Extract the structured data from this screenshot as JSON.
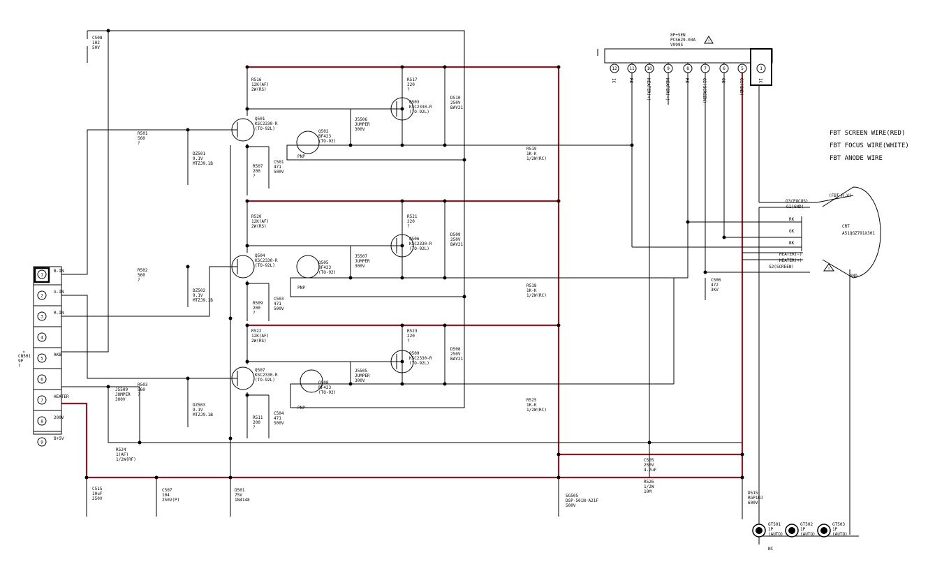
{
  "fbt_notes": {
    "screen": "FBT SCREEN WIRE(RED)",
    "focus": "FBT FOCUS WIRE(WHITE)",
    "anode": "FBT ANODE WIRE"
  },
  "connector_cn501": {
    "ref": "CN501",
    "pins_label": "9P",
    "pin_labels": [
      "B-IN",
      "G-IN",
      "R-IN",
      "",
      "AKB",
      "",
      "HEATER",
      "200V",
      "B+5V"
    ],
    "pin_numbers": [
      "1",
      "2",
      "3",
      "4",
      "5",
      "6",
      "7",
      "8",
      "9"
    ]
  },
  "socket": {
    "ref": "8P+SEN",
    "part": "PCS629-03A",
    "ver": "V999S",
    "pin_numbers": [
      "12",
      "11",
      "10",
      "9",
      "8",
      "7",
      "6",
      "5",
      "1"
    ],
    "pin_labels": [
      "IC",
      "RK",
      "HEATER(+)",
      "HEATER(-)",
      "RK",
      "G2(SCREEN)",
      "GK",
      "G1(GND)",
      "IC"
    ]
  },
  "crt": {
    "label": "CRT",
    "part": "A51QGZ791X301",
    "lines": [
      "G3(FOCUS)",
      "G1(GND)",
      "RK",
      "GK",
      "BK",
      "HEATER(-)",
      "HEATER(+)",
      "G2(SCREEN)",
      "GND",
      "(FBT H.V)"
    ]
  },
  "channels": [
    {
      "r_top": [
        "R516",
        "12K(AF)",
        "2W(RS)"
      ],
      "q_main": [
        "Q501",
        "KSC2330-R",
        "(TO-92L)"
      ],
      "q_pnp": [
        "Q502",
        "BF423",
        "(TO-92)",
        "PNP"
      ],
      "jumper": [
        "J5506",
        "JUMPER",
        "300V"
      ],
      "q_out": [
        "Q503",
        "KSC2330-R",
        "(TO-92L)"
      ],
      "r_col": [
        "R517",
        "220",
        "?"
      ],
      "diode": [
        "D510",
        "250V",
        "BAV21"
      ],
      "r_in": [
        "R501",
        "560",
        "?"
      ],
      "zener": [
        "DZ501",
        "9.1V",
        "MTZJ9.1B"
      ],
      "r_em": [
        "R507",
        "200",
        "?"
      ],
      "cap": [
        "C501",
        "471",
        "500V"
      ],
      "r_out": [
        "R519",
        "1K-K",
        "1/2W(RC)"
      ]
    },
    {
      "r_top": [
        "R520",
        "12K(AF)",
        "2W(RS)"
      ],
      "q_main": [
        "Q504",
        "KSC2330-R",
        "(TO-92L)"
      ],
      "q_pnp": [
        "Q505",
        "BF423",
        "(TO-92)",
        "PNP"
      ],
      "jumper": [
        "J5507",
        "JUMPER",
        "300V"
      ],
      "q_out": [
        "Q506",
        "KSC2330-R",
        "(TO-92L)"
      ],
      "r_col": [
        "R521",
        "220",
        "?"
      ],
      "diode": [
        "D509",
        "250V",
        "BAV21"
      ],
      "r_in": [
        "R502",
        "560",
        "?"
      ],
      "zener": [
        "DZ502",
        "9.1V",
        "MTZJ9.1B"
      ],
      "r_em": [
        "R509",
        "200",
        "?"
      ],
      "cap": [
        "C503",
        "471",
        "500V"
      ],
      "r_out": [
        "R518",
        "1K-K",
        "1/2W(RC)"
      ]
    },
    {
      "r_top": [
        "R522",
        "12K(AF)",
        "2W(RS)"
      ],
      "q_main": [
        "Q507",
        "KSC2330-R",
        "(TO-92L)"
      ],
      "q_pnp": [
        "Q508",
        "BF423",
        "(TO-92)",
        "PNP"
      ],
      "jumper": [
        "J5505",
        "JUMPER",
        "300V"
      ],
      "q_out": [
        "Q509",
        "KSC2330-R",
        "(TO-92L)"
      ],
      "r_col": [
        "R523",
        "220",
        "?"
      ],
      "diode": [
        "D508",
        "250V",
        "BAV21"
      ],
      "r_in": [
        "R503",
        "560",
        "?"
      ],
      "zener": [
        "DZ503",
        "9.1V",
        "MTZJ9.1B"
      ],
      "r_em": [
        "R511",
        "200",
        "?"
      ],
      "cap": [
        "C504",
        "471",
        "500V"
      ],
      "r_out": [
        "R525",
        "1K-K",
        "1/2W(RC)"
      ]
    }
  ],
  "misc": {
    "c508": [
      "C508",
      "102",
      "50V"
    ],
    "j5509": [
      "J5509",
      "JUMPER",
      "300V"
    ],
    "r524": [
      "R524",
      "1(AF)",
      "1/2W(RF)"
    ],
    "c515": [
      "C515",
      "10uF",
      "250V"
    ],
    "c507": [
      "C507",
      "104",
      "250V(P)"
    ],
    "d501": [
      "D501",
      "75V",
      "1N4148"
    ],
    "sg505": [
      "SG505",
      "DSP-501N-A21F",
      "500V"
    ],
    "c505": [
      "C505",
      "250V",
      "4.7uF"
    ],
    "r526": [
      "R526",
      "1/2W",
      "10M"
    ],
    "d515": [
      "D515",
      "RGP10J",
      "600V"
    ],
    "c506": [
      "C506",
      "472",
      "3KV"
    ],
    "gt": [
      [
        "GT501",
        "1P",
        "(AUTO)"
      ],
      [
        "GT502",
        "1P",
        "(AUTO)"
      ],
      [
        "GT503",
        "1P",
        "(AUTO)"
      ]
    ],
    "nc": "NC"
  },
  "colors": {
    "wire": "#000000",
    "power_rail": "#8b1c24",
    "background": "#ffffff"
  }
}
